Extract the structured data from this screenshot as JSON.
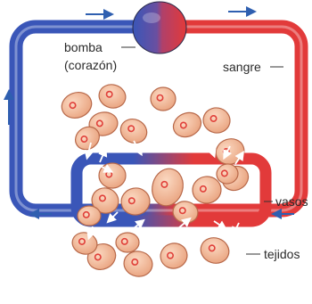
{
  "labels": {
    "pump": "bomba",
    "pump_sub": "(corazón)",
    "blood": "sangre",
    "vessels": "vasos",
    "tissues": "tejidos"
  },
  "colors": {
    "arterial": "#e23a3a",
    "venous": "#3a56b8",
    "arrow": "#2f5fb0",
    "cell_fill": "#f2b894",
    "cell_outline": "#b8694a",
    "nucleus": "#e0403a"
  }
}
